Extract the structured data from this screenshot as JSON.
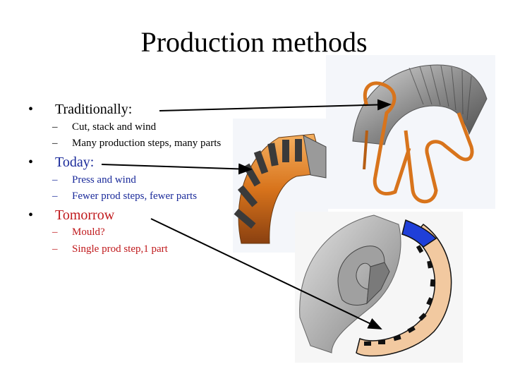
{
  "slide": {
    "title": "Production methods",
    "bullets": [
      {
        "marker": "•",
        "label": "Traditionally:",
        "color": "#000000",
        "subs": [
          {
            "dash": "–",
            "label": "Cut, stack and wind"
          },
          {
            "dash": "–",
            "label": "Many production steps, many parts"
          }
        ]
      },
      {
        "marker": "•",
        "label": "Today:",
        "color": "#1a2a9a",
        "subs": [
          {
            "dash": "–",
            "label": "Press and wind"
          },
          {
            "dash": "–",
            "label": "Fewer prod steps, fewer parts"
          }
        ]
      },
      {
        "marker": "•",
        "label": "Tomorrow",
        "color": "#c0191c",
        "subs": [
          {
            "dash": "–",
            "label": "Mould?"
          },
          {
            "dash": "–",
            "label": "Single prod step,1 part"
          }
        ]
      }
    ]
  },
  "colors": {
    "copper": "#d8741c",
    "steel": "#8a8a8a",
    "blue_segment": "#1f3fd8",
    "ring_tan": "#f2c9a0"
  }
}
